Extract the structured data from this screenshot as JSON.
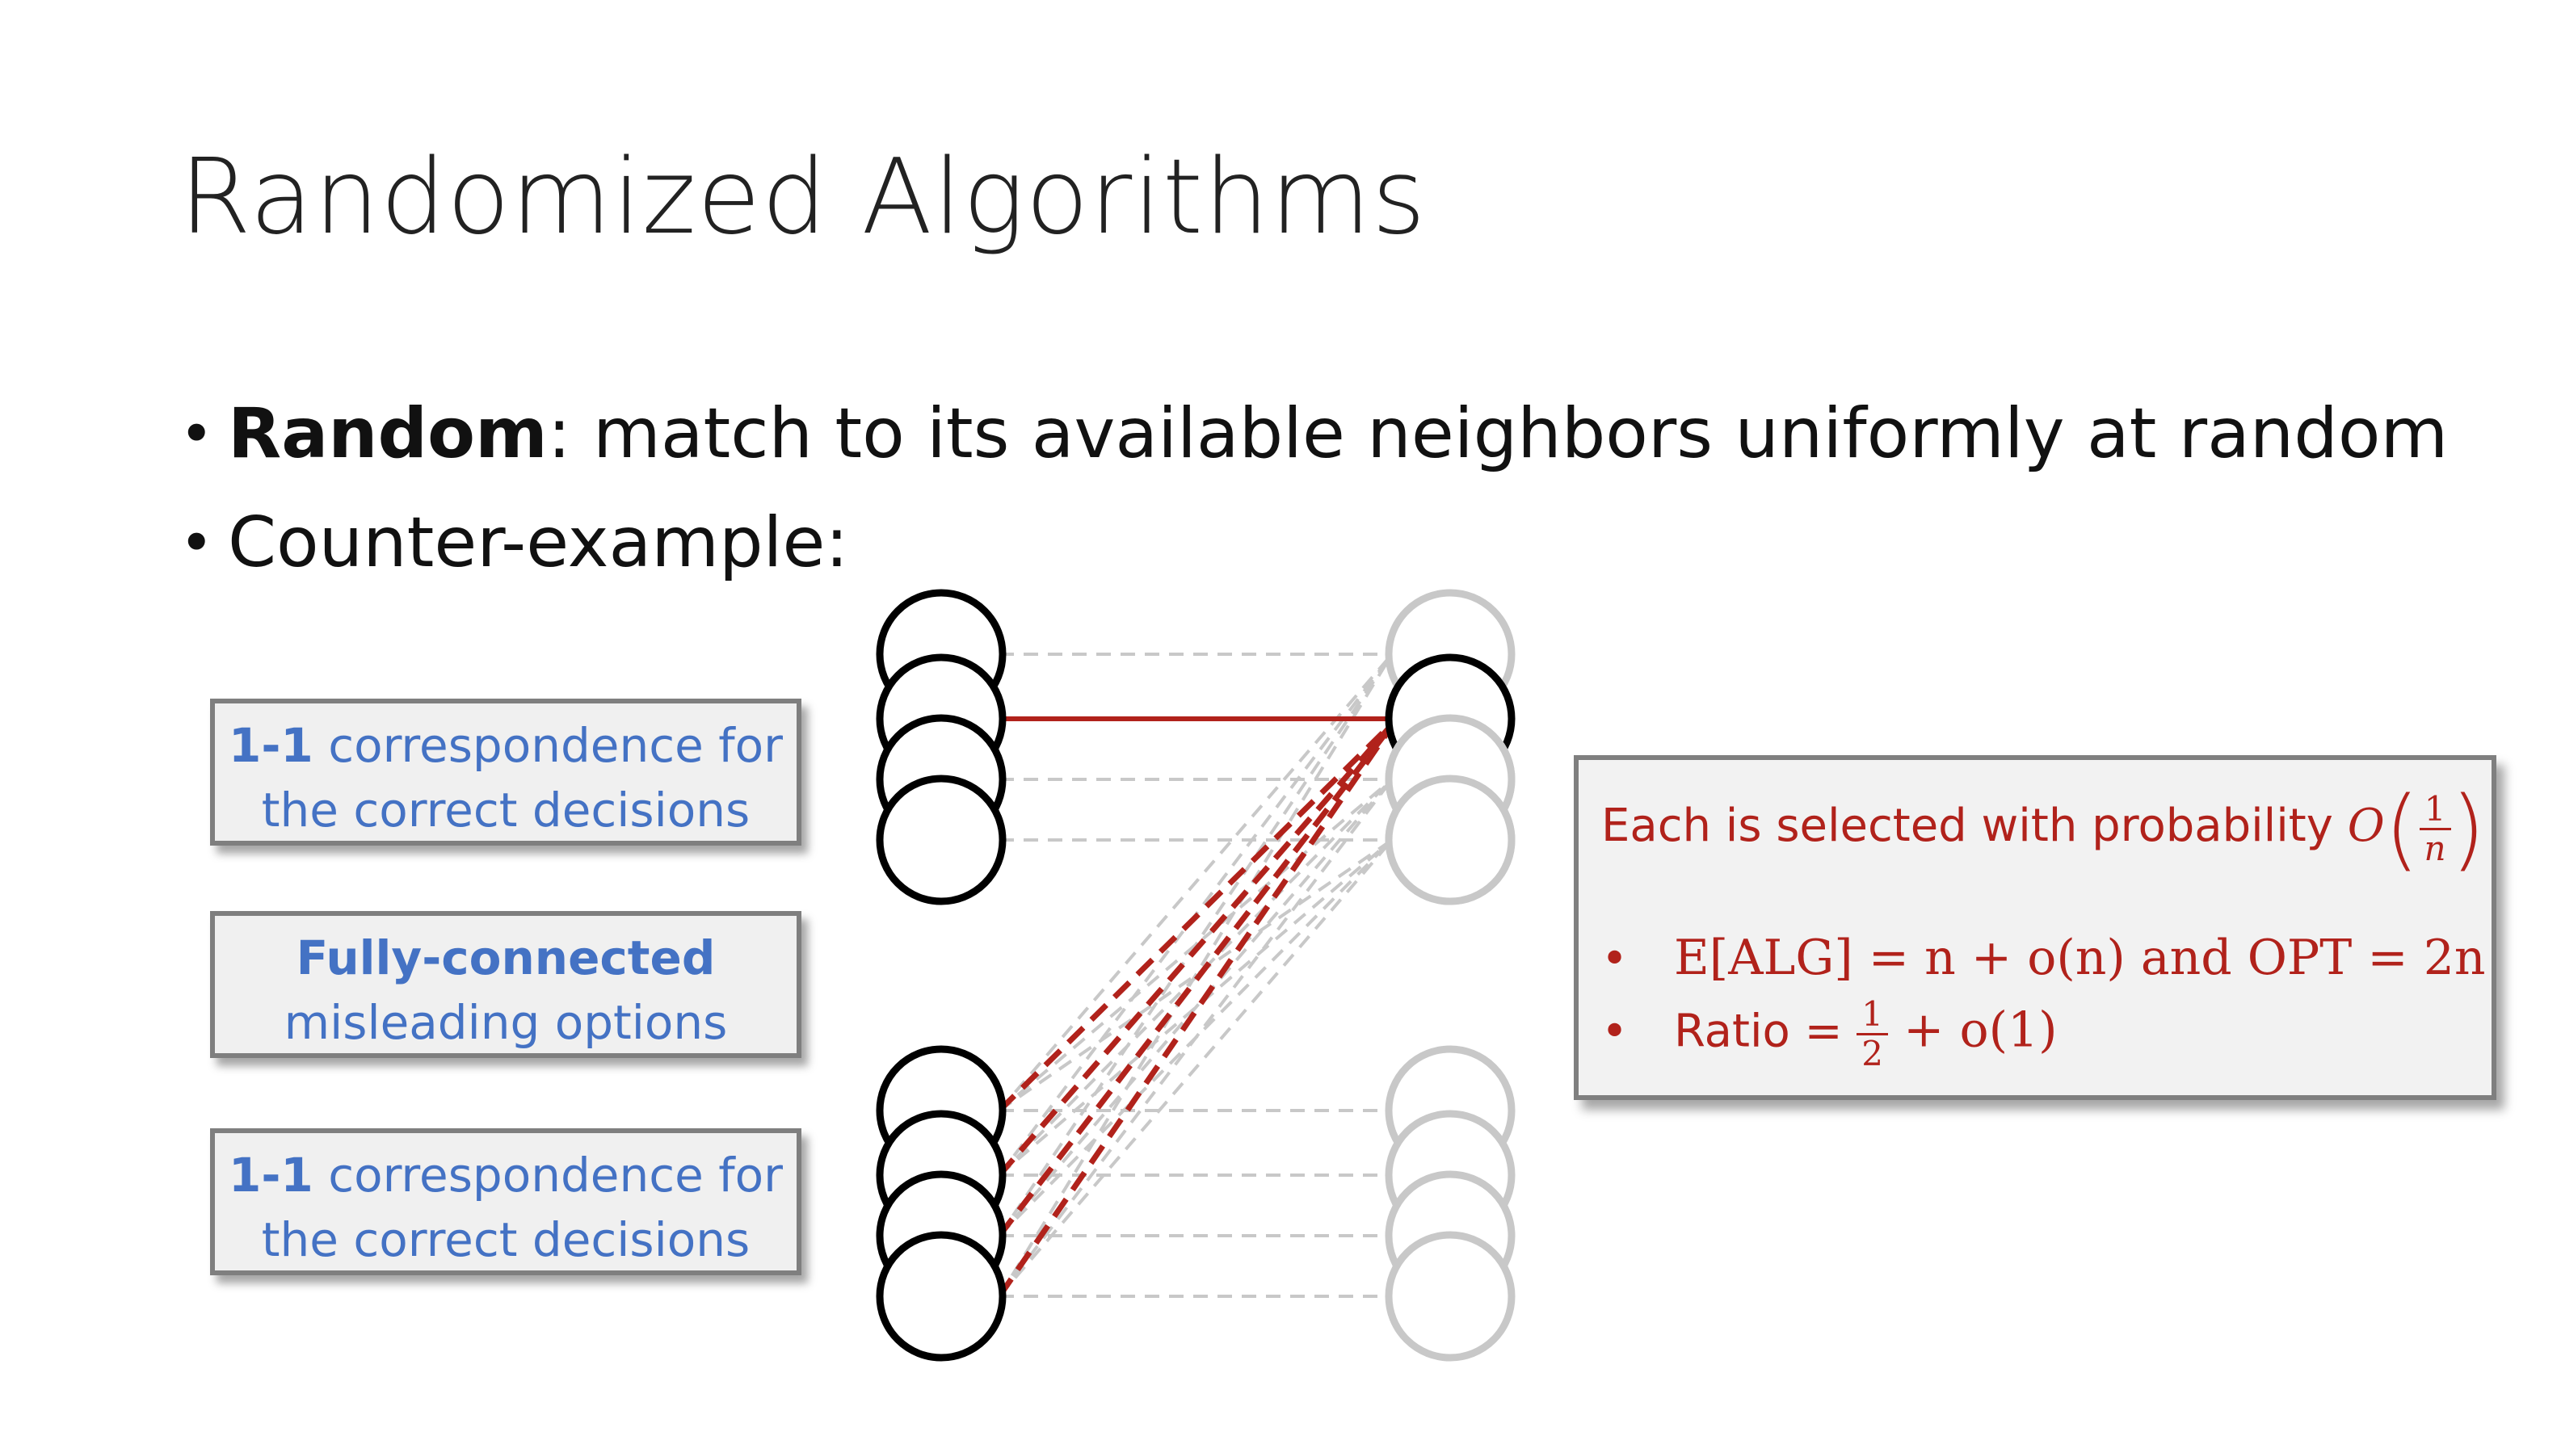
{
  "slide": {
    "title": "Randomized Algorithms",
    "bullets": [
      {
        "bold": "Random",
        "text": ": match to its available neighbors uniformly at random"
      },
      {
        "bold": "",
        "text": "Counter-example:"
      }
    ]
  },
  "labels": {
    "top": {
      "bold": "1-1",
      "rest": " correspondence for",
      "line2": "the correct decisions"
    },
    "middle": {
      "bold": "Fully-connected",
      "line2": "misleading options"
    },
    "bottom": {
      "bold": "1-1",
      "rest": " correspondence for",
      "line2": "the correct decisions"
    }
  },
  "result_box": {
    "line1_text": "Each is selected with probability ",
    "line1_O": "O",
    "frac1_num": "1",
    "frac1_den": "n",
    "bullet_symbol": "•",
    "line2": "E[ALG] = n + o(n) and OPT = 2n",
    "line3_pre": "Ratio = ",
    "frac2_num": "1",
    "frac2_den": "2",
    "line3_post": " + o(1)"
  },
  "colors": {
    "accent_red": "#b1221b",
    "label_blue": "#4472c4",
    "node_black": "#000000",
    "node_gray": "#c8c8c8",
    "edge_gray": "#c8c8c8"
  }
}
